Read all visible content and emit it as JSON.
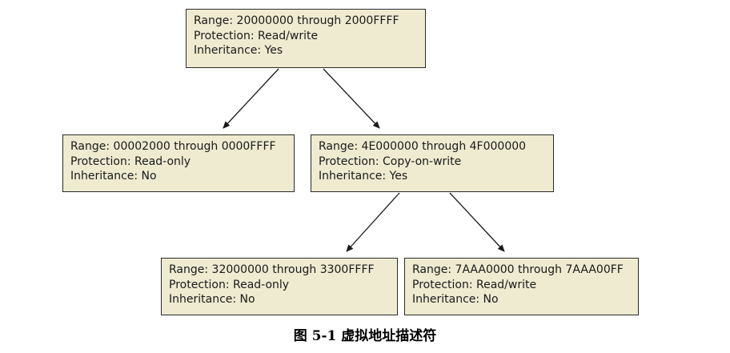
{
  "colors": {
    "node_fill": "#eeebd0",
    "node_border": "#2b2b2b",
    "edge": "#1a1a1a"
  },
  "nodes": {
    "root": {
      "range": "Range: 20000000 through 2000FFFF",
      "protection": "Protection: Read/write",
      "inheritance": "Inheritance: Yes"
    },
    "left": {
      "range": "Range: 00002000 through 0000FFFF",
      "protection": "Protection: Read-only",
      "inheritance": "Inheritance: No"
    },
    "mid": {
      "range": "Range: 4E000000 through 4F000000",
      "protection": "Protection: Copy-on-write",
      "inheritance": "Inheritance: Yes"
    },
    "bleft": {
      "range": "Range: 32000000 through 3300FFFF",
      "protection": "Protection: Read-only",
      "inheritance": "Inheritance: No"
    },
    "bright": {
      "range": "Range: 7AAA0000 through 7AAA00FF",
      "protection": "Protection: Read/write",
      "inheritance": "Inheritance: No"
    }
  },
  "caption": "图 5-1  虚拟地址描述符"
}
